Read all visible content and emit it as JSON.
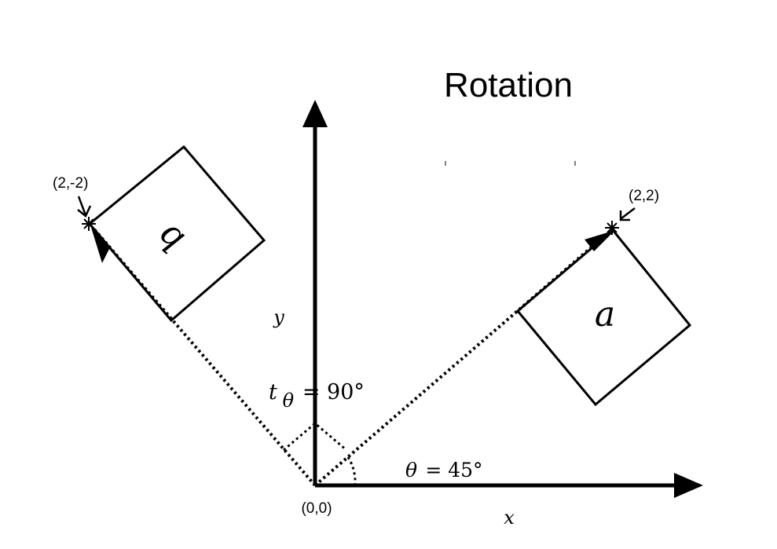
{
  "title": "Rotation",
  "axes": {
    "x_label": "x",
    "y_label": "y",
    "origin_label": "(0,0)"
  },
  "points": {
    "a_corner_label": "(2,2)",
    "b_corner_label": "(2,-2)"
  },
  "squares": {
    "a_label": "a",
    "b_label": "b"
  },
  "angles": {
    "theta_symbol": "θ",
    "theta_value": "= 45°",
    "t_symbol": "t",
    "t_subscript": "θ",
    "t_value": "= 90°"
  },
  "icons": {
    "point_marker": "asterisk-icon",
    "pointer": "arrow-icon"
  },
  "colors": {
    "ink": "#000000",
    "background": "#ffffff"
  }
}
